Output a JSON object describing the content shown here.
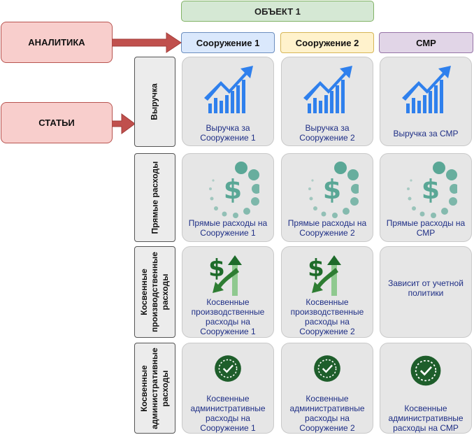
{
  "object_header": "ОБЪЕКТ 1",
  "left_labels": {
    "analytics": "АНАЛИТИКА",
    "articles": "СТАТЬИ"
  },
  "columns": [
    "Сооружение 1",
    "Сооружение 2",
    "СМР"
  ],
  "rows": [
    {
      "label": "Выручка",
      "cells": [
        "Выручка за Сооружение 1",
        "Выручка за Сооружение 2",
        "Выручка за СМР"
      ]
    },
    {
      "label": "Прямые расходы",
      "cells": [
        "Прямые расходы на Сооружение 1",
        "Прямые расходы на Сооружение 2",
        "Прямые расходы на СМР"
      ]
    },
    {
      "label": "Косвенные производственные расходы",
      "cells": [
        "Косвенные производственные расходы на Сооружение 1",
        "Косвенные производственные расходы на Сооружение 2",
        "Зависит от учетной политики"
      ]
    },
    {
      "label": "Косвенные административные расходы",
      "cells": [
        "Косвенные административные расходы на Сооружение 1",
        "Косвенные административные расходы на Сооружение 2",
        "Косвенные административные расходы на СМР"
      ]
    }
  ],
  "icons": {
    "revenue": "growth-chart-icon",
    "direct": "dollar-coins-icon",
    "indirect_prod": "dollar-updown-arrows-icon",
    "indirect_admin": "check-badge-icon"
  },
  "colors": {
    "chart_blue": "#2f80ed",
    "money_teal": "#5aa796",
    "green_dark": "#1e6b2a",
    "text_blue": "#1f2f86"
  }
}
